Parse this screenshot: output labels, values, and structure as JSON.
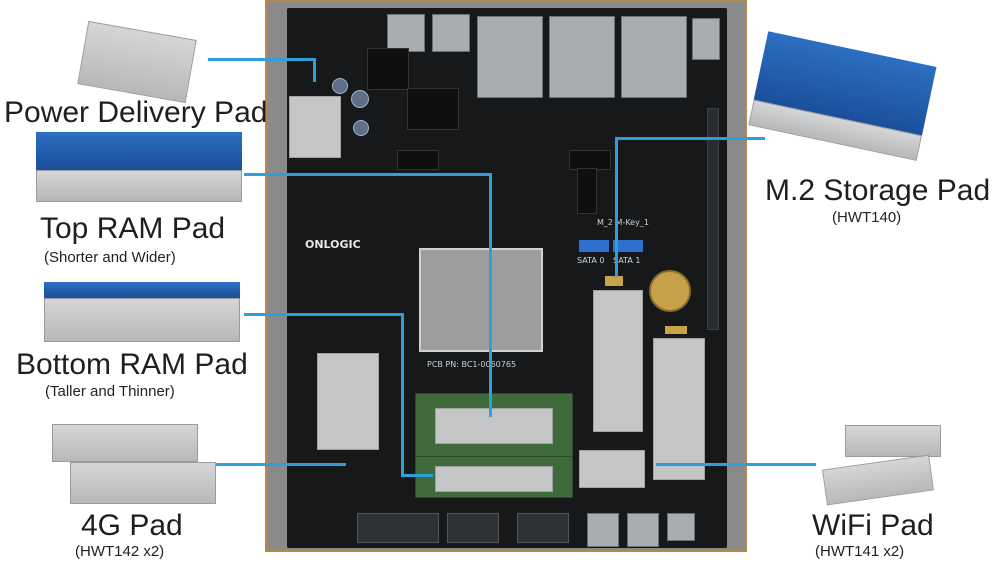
{
  "labels": {
    "power": {
      "title": "Power Delivery Pad"
    },
    "top_ram": {
      "title": "Top RAM Pad",
      "subtitle": "(Shorter and Wider)"
    },
    "bottom_ram": {
      "title": "Bottom RAM Pad",
      "subtitle": "(Taller and Thinner)"
    },
    "fourg": {
      "title": "4G Pad",
      "subtitle": "(HWT142 x2)"
    },
    "m2": {
      "title": "M.2 Storage Pad",
      "subtitle": "(HWT140)"
    },
    "wifi": {
      "title": "WiFi Pad",
      "subtitle": "(HWT141 x2)"
    }
  },
  "board_text": {
    "brand": "ONLOGIC",
    "m2_label": "M_2 M-Key_1",
    "sata0": "SATA 0",
    "sata1": "SATA 1",
    "pcb_pn": "PCB PN: BC1-0060765"
  },
  "colors": {
    "connector_line": "#2e9fdc",
    "pad_gray": "#c3c5c6",
    "pad_blue": "#2c6fc2",
    "board_frame": "#b48a4a"
  }
}
